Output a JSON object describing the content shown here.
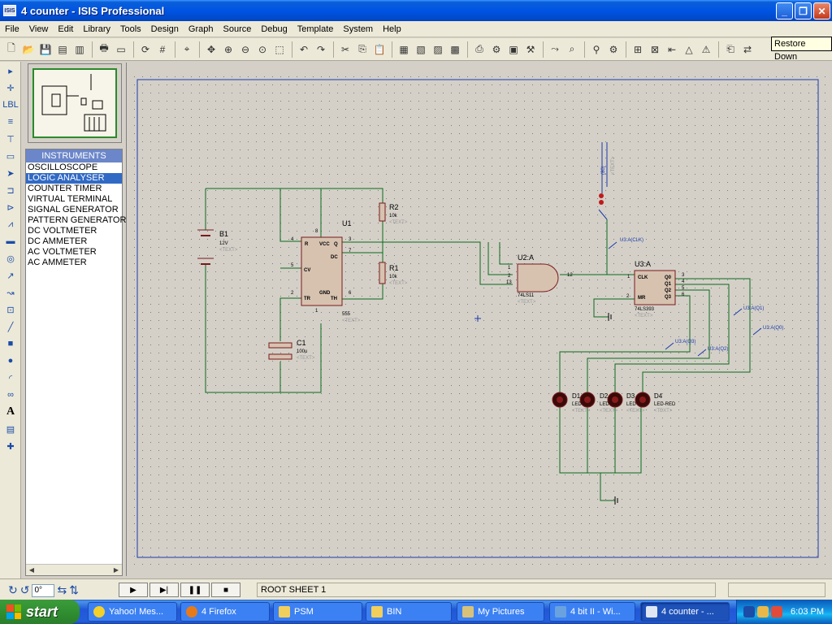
{
  "window": {
    "app_icon": "ISIS",
    "title": "4 counter - ISIS Professional",
    "controls": [
      "minimize",
      "restore",
      "close"
    ]
  },
  "menu": [
    "File",
    "View",
    "Edit",
    "Library",
    "Tools",
    "Design",
    "Graph",
    "Source",
    "Debug",
    "Template",
    "System",
    "Help"
  ],
  "tooltip": "Restore Down",
  "instruments": {
    "header": "INSTRUMENTS",
    "items": [
      "OSCILLOSCOPE",
      "LOGIC ANALYSER",
      "COUNTER TIMER",
      "VIRTUAL TERMINAL",
      "SIGNAL GENERATOR",
      "PATTERN GENERATOR",
      "DC VOLTMETER",
      "DC AMMETER",
      "AC VOLTMETER",
      "AC AMMETER"
    ],
    "selected": "LOGIC ANALYSER"
  },
  "schematic": {
    "b1": {
      "ref": "B1",
      "value": "12V",
      "text": "<TEXT>"
    },
    "r2": {
      "ref": "R2",
      "value": "10k",
      "text": "<TEXT>"
    },
    "r1": {
      "ref": "R1",
      "value": "10k",
      "text": "<TEXT>"
    },
    "c1": {
      "ref": "C1",
      "value": "100u",
      "text": "<TEXT>"
    },
    "u1": {
      "ref": "U1",
      "part": "555",
      "text": "<TEXT>",
      "pins": {
        "r": "R",
        "vcc": "VCC",
        "q": "Q",
        "dc": "DC",
        "cv": "CV",
        "tr": "TR",
        "gnd": "GND",
        "th": "TH"
      },
      "pin_nums": {
        "p8": "8",
        "p4": "4",
        "p3": "3",
        "p7": "7",
        "p5": "5",
        "p2": "2",
        "p6": "6",
        "p1": "1"
      }
    },
    "u2": {
      "ref": "U2:A",
      "part": "74LS11",
      "text": "<TEXT>",
      "pins": {
        "a": "1",
        "b": "2",
        "c": "13",
        "y": "12"
      }
    },
    "u3": {
      "ref": "U3:A",
      "part": "74LS393",
      "text": "<TEXT>",
      "pins": {
        "clk": "CLK",
        "mr": "MR",
        "q0": "Q0",
        "q1": "Q1",
        "q2": "Q2",
        "q3": "Q3"
      },
      "pin_nums": {
        "p1": "1",
        "p2": "2",
        "p3": "3",
        "p4": "4",
        "p5": "5",
        "p6": "6"
      }
    },
    "switch_label": "(80)",
    "switch_text": "<TEXT>",
    "probes": {
      "clk": "U3:A(CLK)",
      "q1": "U3:A(Q1)",
      "q0": "U3:A(Q0)",
      "q3": "U3:A(Q3)",
      "q2": "U3:A(Q2)"
    },
    "leds": [
      {
        "ref": "D1",
        "part": "LED",
        "text": "<TEXT>"
      },
      {
        "ref": "D2",
        "part": "LED",
        "text": "<TEXT>"
      },
      {
        "ref": "D3",
        "part": "LED",
        "text": "<TEXT>"
      },
      {
        "ref": "D4",
        "part": "LED-RED",
        "text": "<TEXT>"
      }
    ]
  },
  "status": {
    "angle": "0°",
    "sheet": "ROOT SHEET 1"
  },
  "taskbar": {
    "start": "start",
    "tasks": [
      "Yahoo! Mes...",
      "4 Firefox",
      "PSM",
      "BIN",
      "My Pictures",
      "4 bit II - Wi...",
      "4 counter - ..."
    ],
    "clock": "6:03 PM"
  }
}
